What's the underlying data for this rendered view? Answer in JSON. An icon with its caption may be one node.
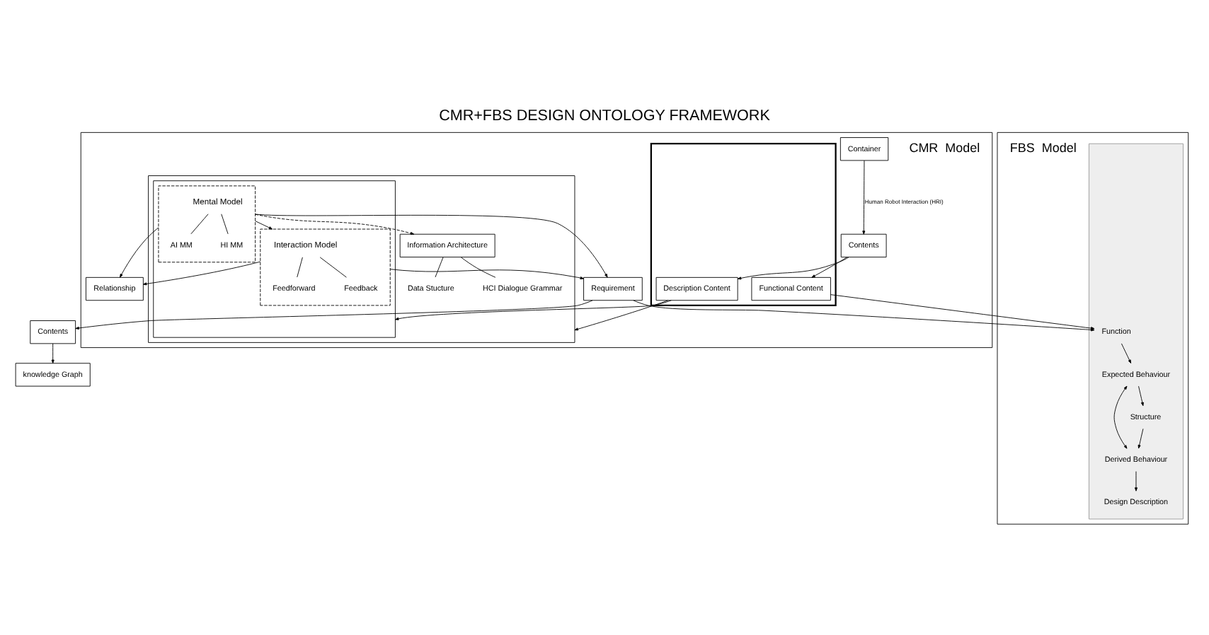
{
  "diagram": {
    "title": "CMR+FBS DESIGN ONTOLOGY FRAMEWORK",
    "nodes": [
      {
        "text": [
          "CMR  Model"
        ]
      },
      {
        "text": [
          "Container"
        ],
        "in": 0
      },
      {
        "text": [
          "Contents"
        ],
        "in": 0
      },
      {
        "text": [],
        "shape": "box",
        "in": 0
      },
      {
        "text": [
          "Description Content"
        ],
        "in": 3
      },
      {
        "text": [
          "Functional Content"
        ],
        "in": 3
      },
      {
        "text": [],
        "shape": "box",
        "in": 0
      },
      {
        "text": [
          "Information Architecture"
        ],
        "in": 6
      },
      {
        "text": [
          "HCI Dialogue Grammar"
        ],
        "in": 6
      },
      {
        "text": [
          "Data Stucture"
        ],
        "in": 6
      },
      {
        "text": [],
        "shape": "box",
        "in": 6
      },
      {
        "text": [
          "Mental Model"
        ],
        "in": 10
      },
      {
        "text": [
          "HI MM"
        ],
        "in": 11
      },
      {
        "text": [
          "AI MM"
        ],
        "in": 11
      },
      {
        "text": [
          "Interaction Model"
        ],
        "in": 10
      },
      {
        "text": [
          "Feedforward"
        ],
        "in": 14
      },
      {
        "text": [
          "Feedback"
        ],
        "in": 14
      },
      {
        "text": [
          "Requirement"
        ],
        "in": 0
      },
      {
        "text": [
          "Relationship"
        ],
        "in": 0
      },
      {
        "text": [
          "FBS  Model"
        ]
      },
      {
        "text": [],
        "shape": "box",
        "in": 19
      },
      {
        "text": [
          "Expected Behaviour"
        ],
        "in": 20
      },
      {
        "text": [
          "Derived Behaviour"
        ],
        "in": 20
      },
      {
        "text": [
          "Design Description"
        ],
        "in": 20
      },
      {
        "text": [
          "Function"
        ],
        "in": 20
      },
      {
        "text": [
          "Structure"
        ],
        "in": 20
      },
      {
        "text": [
          "Contents"
        ]
      },
      {
        "text": [
          "knowledge Graph"
        ]
      }
    ],
    "edges": [
      {
        "from": 1,
        "to": 2,
        "arrow": "to",
        "label": "Human Robot Interaction (HRI)"
      },
      {
        "from": 2,
        "to": 4,
        "arrow": "to"
      },
      {
        "from": 2,
        "to": 5,
        "arrow": "to"
      },
      {
        "from": 4,
        "to": 6,
        "arrow": "to"
      },
      {
        "from": 4,
        "to": 10,
        "arrow": "to"
      },
      {
        "from": 5,
        "to": 24,
        "arrow": "to"
      },
      {
        "from": 11,
        "to": 12,
        "arrow": "none"
      },
      {
        "from": 11,
        "to": 13,
        "arrow": "none"
      },
      {
        "from": 11,
        "to": 7,
        "arrow": "to",
        "style": "dashed"
      },
      {
        "from": 11,
        "to": 14,
        "arrow": "to"
      },
      {
        "from": 14,
        "to": 15,
        "arrow": "none"
      },
      {
        "from": 14,
        "to": 16,
        "arrow": "none"
      },
      {
        "from": 7,
        "to": 8,
        "arrow": "none"
      },
      {
        "from": 7,
        "to": 9,
        "arrow": "none"
      },
      {
        "from": 11,
        "to": 17,
        "arrow": "to"
      },
      {
        "from": 11,
        "to": 18,
        "arrow": "to"
      },
      {
        "from": 14,
        "to": 17,
        "arrow": "to"
      },
      {
        "from": 14,
        "to": 18,
        "arrow": "to"
      },
      {
        "from": 17,
        "to": 24,
        "arrow": "to"
      },
      {
        "from": 17,
        "to": 26,
        "arrow": "to"
      },
      {
        "from": 21,
        "to": 22,
        "arrow": "both"
      },
      {
        "from": 22,
        "to": 23,
        "arrow": "to"
      },
      {
        "from": 24,
        "to": 21,
        "arrow": "to"
      },
      {
        "from": 25,
        "to": 22,
        "arrow": "to"
      },
      {
        "from": 21,
        "to": 25,
        "arrow": "to"
      },
      {
        "from": 26,
        "to": 27,
        "arrow": "to"
      }
    ]
  }
}
